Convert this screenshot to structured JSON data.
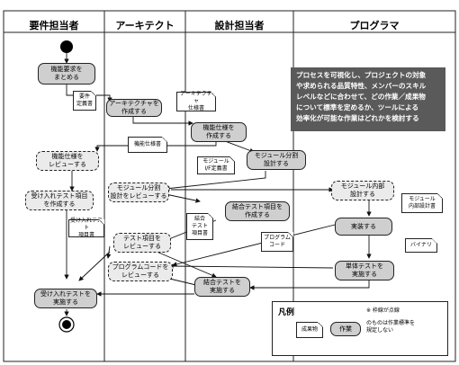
{
  "lanes": [
    "要件担当者",
    "アーキテクト",
    "設計担当者",
    "プログラマ"
  ],
  "note": "プロセスを可視化し、プロジェクトの対象\nや求められる品質特性、メンバーのスキル\nレベルなどに合わせて、どの作業／成果物\nについて標準を定めるか、ツールによる\n効率化が可能な作業はどれかを検討する",
  "activities": {
    "func_req": "機能要求を\nまとめる",
    "create_arch": "アーキテクチャを\n作成する",
    "create_func_spec": "機能仕様を\n作成する",
    "review_func_spec": "機能仕様を\nレビューする",
    "module_split_design": "モジュール分割\n設計する",
    "create_acceptance": "受け入れテスト項目\nを作成する",
    "review_module_split": "モジュール分割\n設計をレビューする",
    "create_integ_items": "結合テスト項目を\n作成する",
    "module_internal_design": "モジュール内部\n設計する",
    "implement": "実装する",
    "review_test_items": "テスト項目を\nレビューする",
    "review_code": "プログラムコードを\nレビューする",
    "unit_test": "単体テストを\n実施する",
    "integ_test": "結合テストを\n実施する",
    "acceptance_test": "受け入れテストを\n実施する"
  },
  "documents": {
    "req_def": "要件\n定義書",
    "arch_spec": "アーキテクチャ\n仕様書",
    "func_spec": "機能仕様書",
    "module_if": "モジュール\nI/F定義書",
    "acceptance_items": "受け入れテスト\n項目書",
    "integ_items": "結合\nテスト\n項目書",
    "module_internal": "モジュール\n内部設計書",
    "program_code": "プログラム\nコード",
    "binary": "バイナリ"
  },
  "legend": {
    "title": "凡例",
    "dashed_note": "※ 枠線が点線",
    "dashed_desc": "のものは作業標準を\n規定しない",
    "artifact": "成果物",
    "task": "作業"
  }
}
